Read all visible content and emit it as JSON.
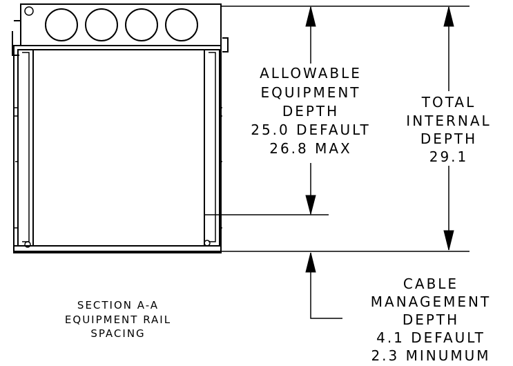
{
  "section_label": {
    "lines": [
      "SECTION A-A",
      "EQUIPMENT RAIL",
      "SPACING"
    ]
  },
  "allowable_equipment_depth": {
    "lines": [
      "ALLOWABLE",
      "EQUIPMENT",
      "DEPTH",
      "25.0 DEFAULT",
      "26.8 MAX"
    ]
  },
  "total_internal_depth": {
    "lines": [
      "TOTAL",
      "INTERNAL",
      "DEPTH",
      "29.1"
    ]
  },
  "cable_management_depth": {
    "lines": [
      "CABLE",
      "MANAGEMENT",
      "DEPTH",
      "4.1 DEFAULT",
      "2.3 MINUMUM"
    ]
  }
}
